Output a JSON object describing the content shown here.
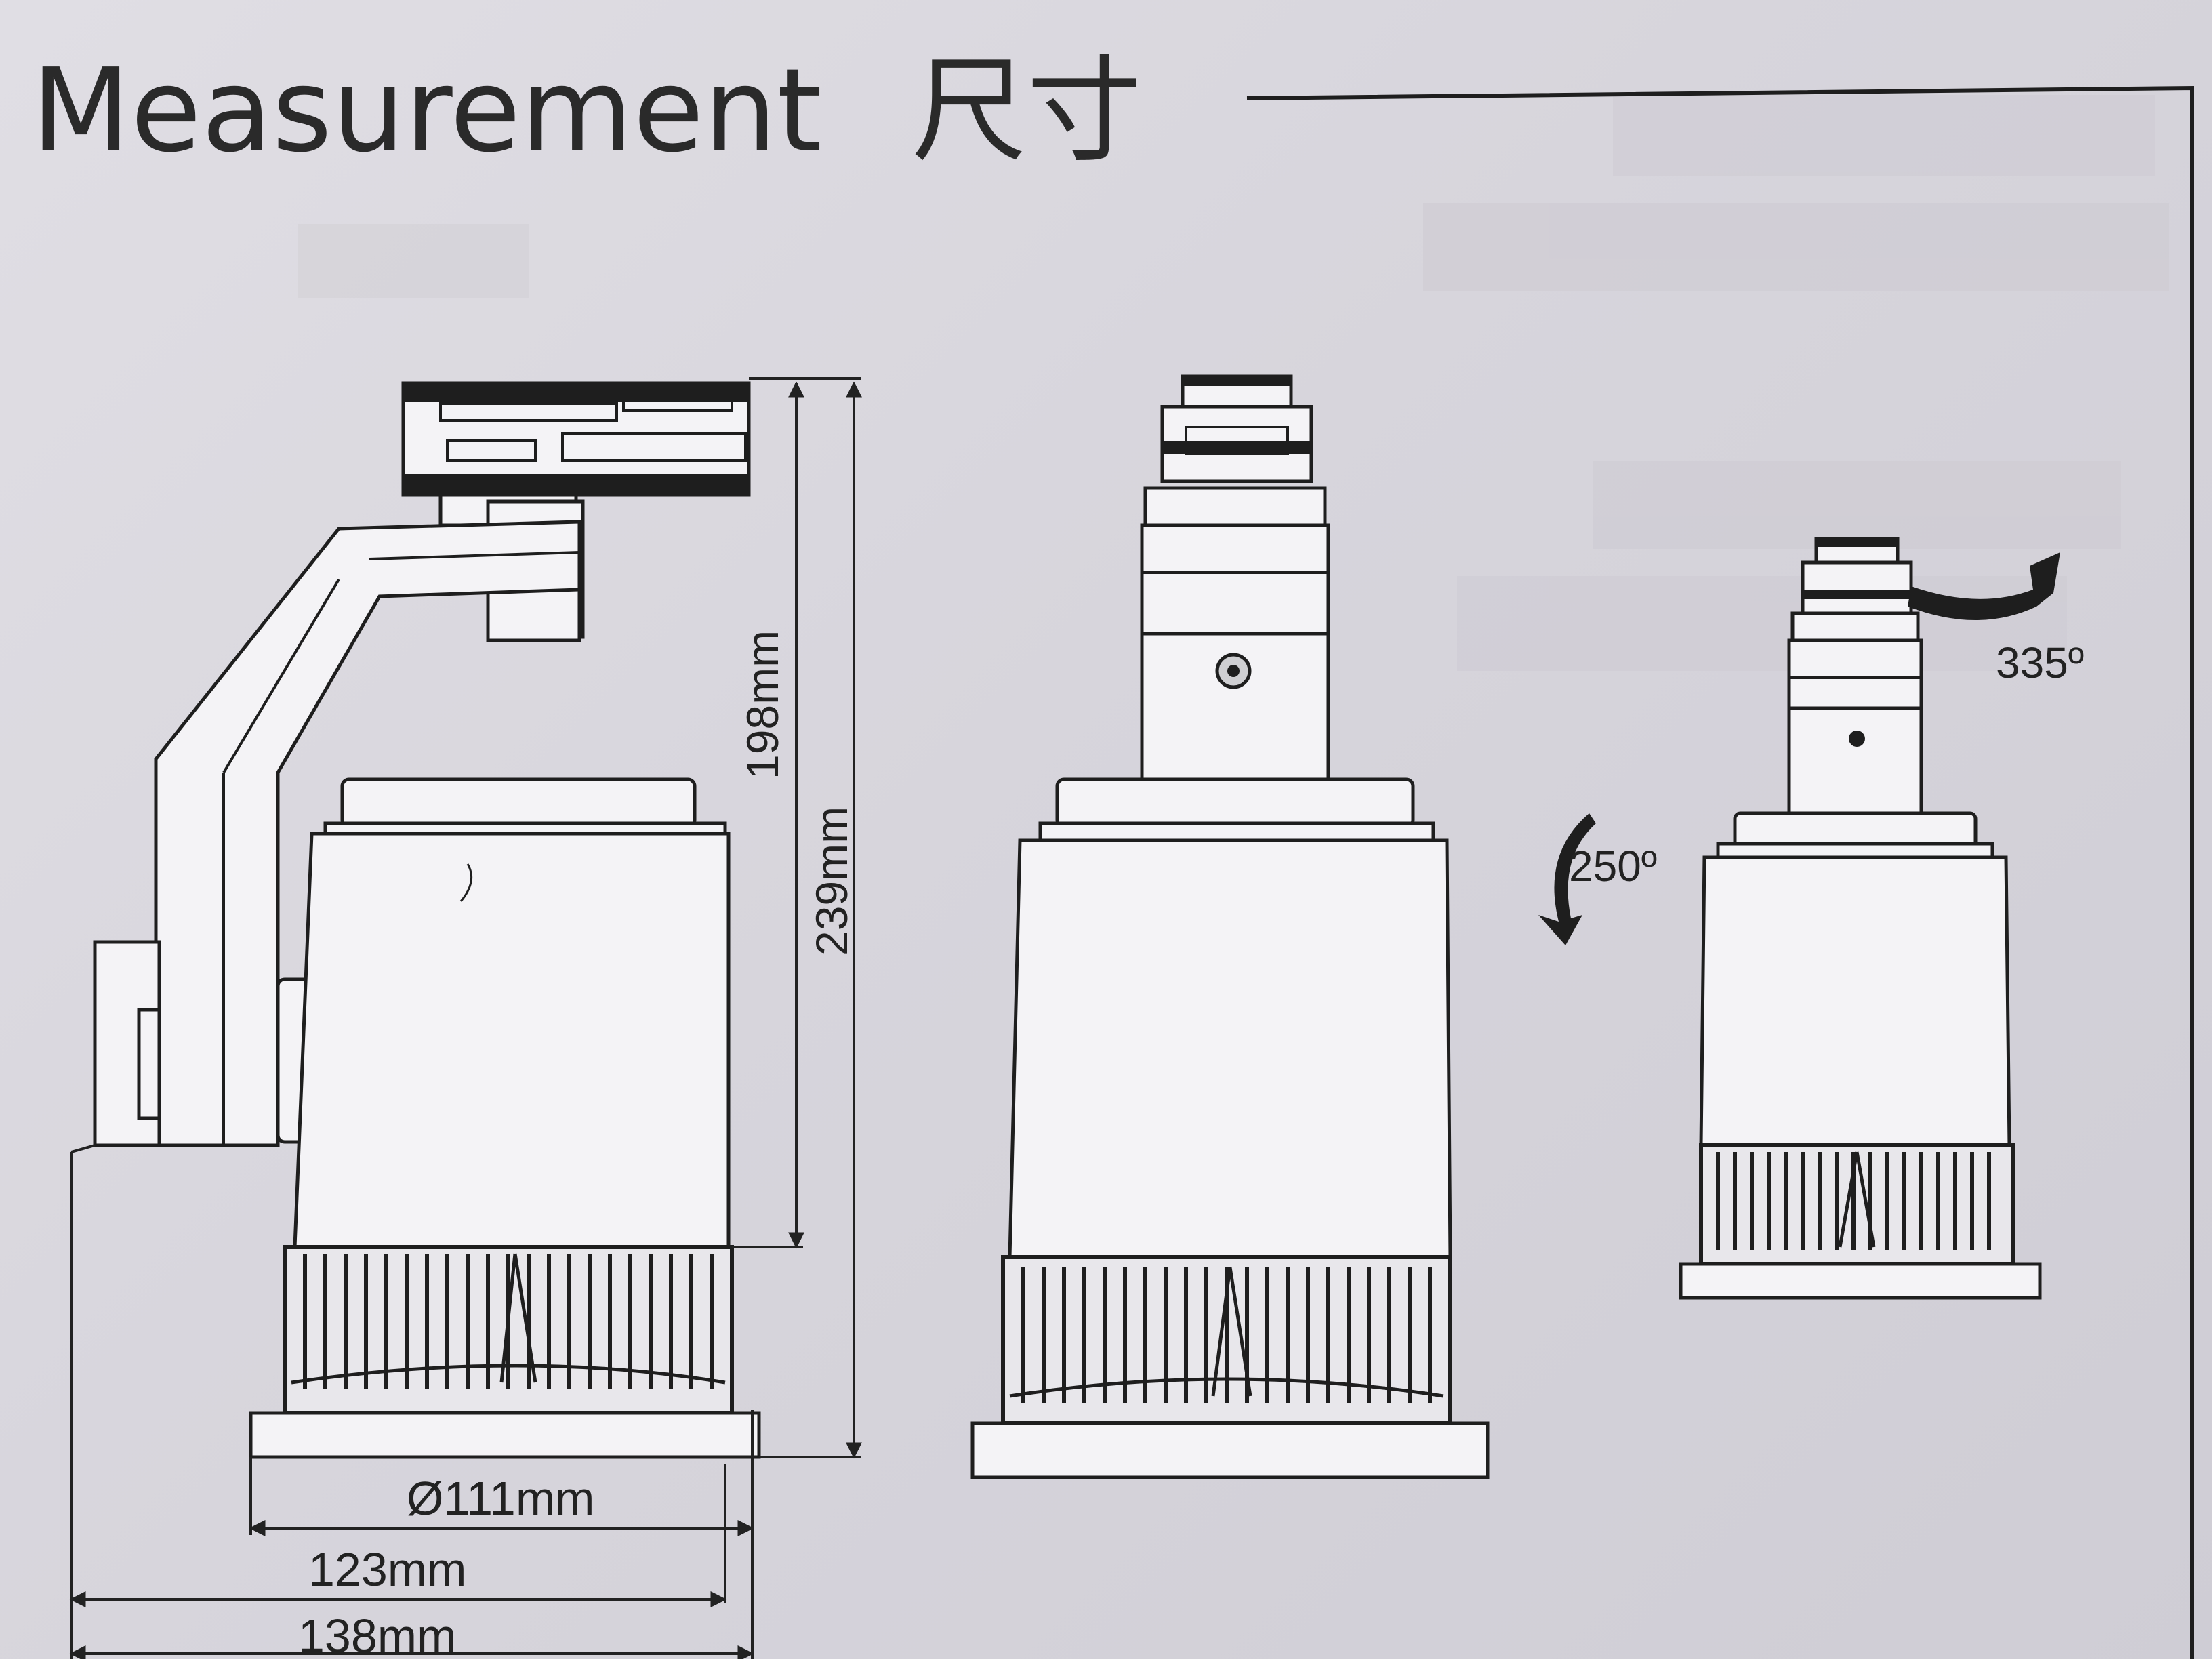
{
  "header": {
    "title_en": "Measurement",
    "title_zh": "尺寸"
  },
  "dimensions": {
    "height_inner": "198mm",
    "height_total": "239mm",
    "diameter": "Ø111mm",
    "width_mid": "123mm",
    "width_total": "138mm"
  },
  "rotation": {
    "horizontal": "335º",
    "vertical": "250º"
  },
  "colors": {
    "paper": "#d9d7de",
    "ink": "#1e1e1e",
    "body_fill": "#f4f3f6"
  }
}
